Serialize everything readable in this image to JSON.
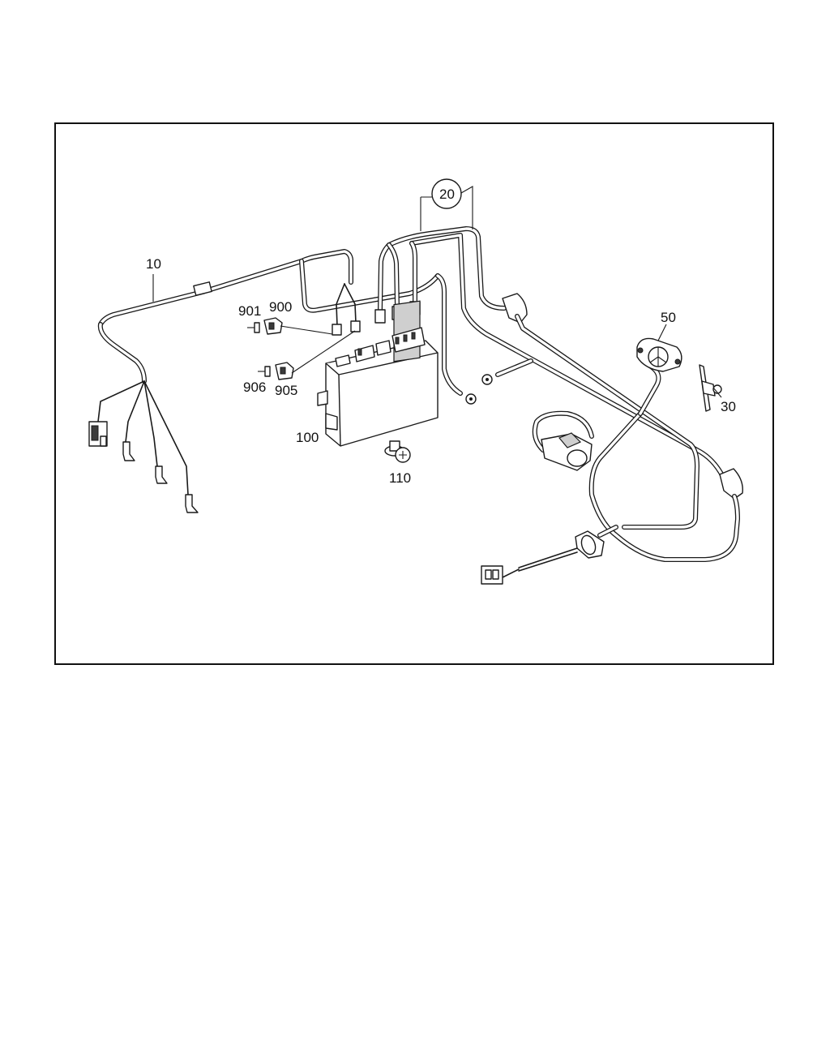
{
  "diagram": {
    "callouts": {
      "c10": "10",
      "c20": "20",
      "c30": "30",
      "c50": "50",
      "c100": "100",
      "c110": "110",
      "c900": "900",
      "c901": "901",
      "c905": "905",
      "c906": "906"
    }
  }
}
